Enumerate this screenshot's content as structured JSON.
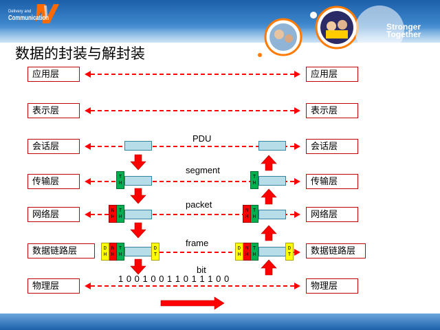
{
  "header": {
    "logo_line1": "Delivery and",
    "logo_line2": "Communication",
    "slogan_line1": "Stronger",
    "slogan_line2": "Together"
  },
  "title": "数据的封装与解封装",
  "layers": [
    "应用层",
    "表示层",
    "会话层",
    "传输层",
    "网络层",
    "数据链路层",
    "物理层"
  ],
  "pdu_labels": {
    "session": "PDU",
    "transport": "segment",
    "network": "packet",
    "datalink": "frame",
    "physical": "bit"
  },
  "header_letters": {
    "transport": [
      "T",
      "H"
    ],
    "network": [
      "N",
      "H"
    ],
    "datalink": [
      "D",
      "H"
    ],
    "trailer": [
      "D",
      "T"
    ]
  },
  "bitstream": "1 0 0 1 0 0 1 1 0 1 1 1 0 0",
  "colors": {
    "layer_border": "#c00000",
    "dash_arrow": "#ff0000",
    "data_bar": "#b7dde8",
    "transport_header": "#00b050",
    "network_header": "#ff0000",
    "datalink_header": "#ffff00",
    "flow_arrow": "#ff0000"
  }
}
